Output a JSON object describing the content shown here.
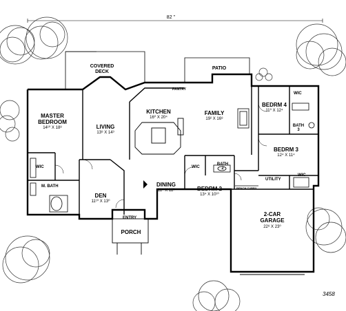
{
  "overall_width": "82 ''",
  "sheet_number": "3458",
  "rooms": {
    "covered_deck": {
      "name": "COVERED\nDECK"
    },
    "patio": {
      "name": "PATIO"
    },
    "pantry": {
      "name": "PANTRY"
    },
    "master_bedroom": {
      "name": "MASTER\nBEDROOM",
      "size": "14¹⁰ X 18⁸"
    },
    "living": {
      "name": "LIVING",
      "size": "13⁸ X 14³"
    },
    "kitchen": {
      "name": "KITCHEN",
      "size": "16⁰ X 20⁴"
    },
    "family": {
      "name": "FAMILY",
      "size": "19² X 16⁸"
    },
    "bedrm4": {
      "name": "BEDRM 4",
      "size": "11⁰ X 12⁴"
    },
    "wic_bed4": {
      "name": "WIC"
    },
    "bath3": {
      "name": "BATH\n3"
    },
    "bedrm3": {
      "name": "BEDRM 3",
      "size": "12⁴ X 11⁴"
    },
    "wic_master": {
      "name": "WIC"
    },
    "m_bath": {
      "name": "M. BATH"
    },
    "den": {
      "name": "DEN",
      "size": "11¹⁰ X 13⁰"
    },
    "dining": {
      "name": "DINING",
      "size": "11⁸ X 11²"
    },
    "wic_bed2": {
      "name": "WIC"
    },
    "bath2": {
      "name": "BATH\n2"
    },
    "bedrm2": {
      "name": "BEDRM 2",
      "size": "13⁴ X 10¹⁰"
    },
    "utility": {
      "name": "UTILITY"
    },
    "wic_bed3": {
      "name": "WIC"
    },
    "garage": {
      "name": "2-CAR\nGARAGE",
      "size": "22⁸ X 23⁰"
    },
    "entry": {
      "name": "ENTRY"
    },
    "porch": {
      "name": "PORCH"
    },
    "bench_cubby": {
      "name": "BENCH CUBBY"
    }
  }
}
